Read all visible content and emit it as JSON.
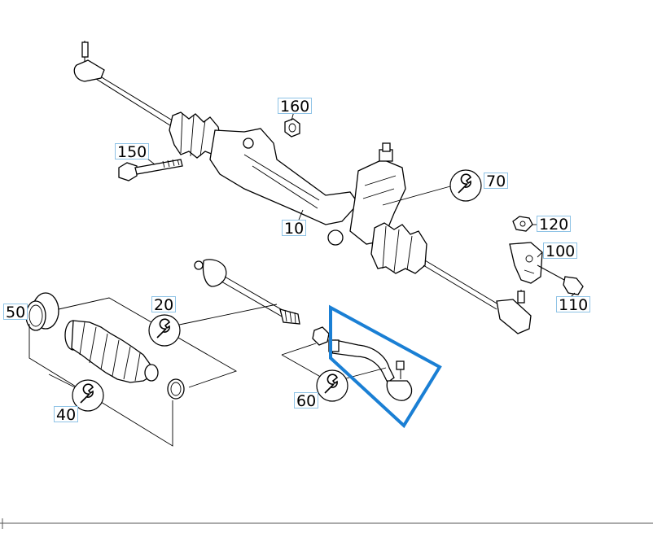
{
  "diagram": {
    "callouts": [
      {
        "id": "10",
        "label": "10"
      },
      {
        "id": "20",
        "label": "20"
      },
      {
        "id": "40",
        "label": "40"
      },
      {
        "id": "50",
        "label": "50"
      },
      {
        "id": "60",
        "label": "60"
      },
      {
        "id": "70",
        "label": "70"
      },
      {
        "id": "100",
        "label": "100"
      },
      {
        "id": "110",
        "label": "110"
      },
      {
        "id": "120",
        "label": "120"
      },
      {
        "id": "150",
        "label": "150"
      },
      {
        "id": "160",
        "label": "160"
      }
    ],
    "highlight": {
      "color": "#1a7fd4",
      "target": "60"
    },
    "icons": [
      "wrench-icon"
    ]
  }
}
